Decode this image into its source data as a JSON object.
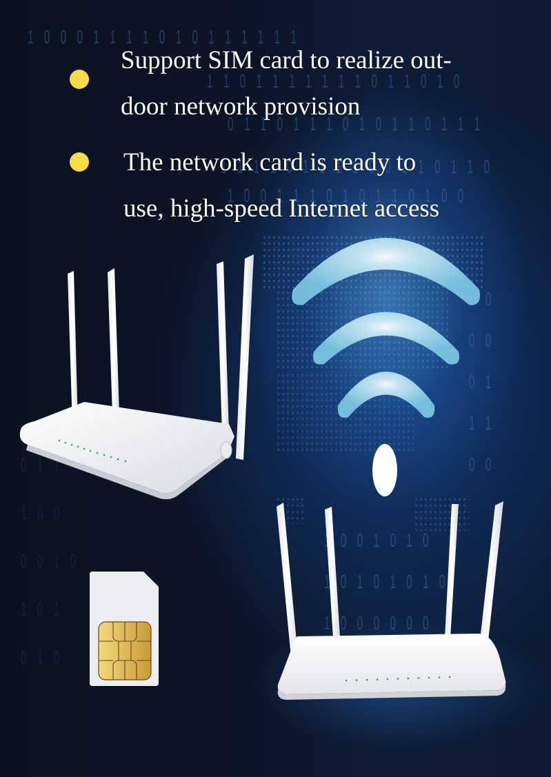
{
  "features": [
    {
      "icon": "bullet-dot",
      "lines": [
        "Support SIM card to realize out-",
        "door network provision"
      ]
    },
    {
      "icon": "bullet-dot",
      "lines": [
        "The network card is ready to",
        "use, high-speed Internet access"
      ]
    }
  ],
  "colors": {
    "background": "#0b1120",
    "accent_glow": "#17407a",
    "bullet": "#f7dc45",
    "wifi_arc": "#8fd3ea",
    "text": "#ffffff",
    "sim_chip": "#d9b24f"
  },
  "background_binary": [
    "1 0 0 0 1   1 1   1   0 1        0 1 1 1 1 1   1",
    "1 1 0 1 1 1          1 1 1 1   0   1 1   0 1   0",
    "0 1 1 0   1    1 1 0   1    0 1   1 0 1   1   1",
    "1 1 1 1   0   1   1 1 1   0 0 1 1   0 1   1 0",
    "1 0   0 1 1 1   0   1 0 1   1   0   1 0   0"
  ],
  "images": {
    "router_left": "white 4-antenna router (angled view)",
    "router_right": "white 4-antenna router (front view)",
    "sim_card": "white SIM card with gold chip",
    "wifi_symbol": "wifi-signal graphic"
  }
}
